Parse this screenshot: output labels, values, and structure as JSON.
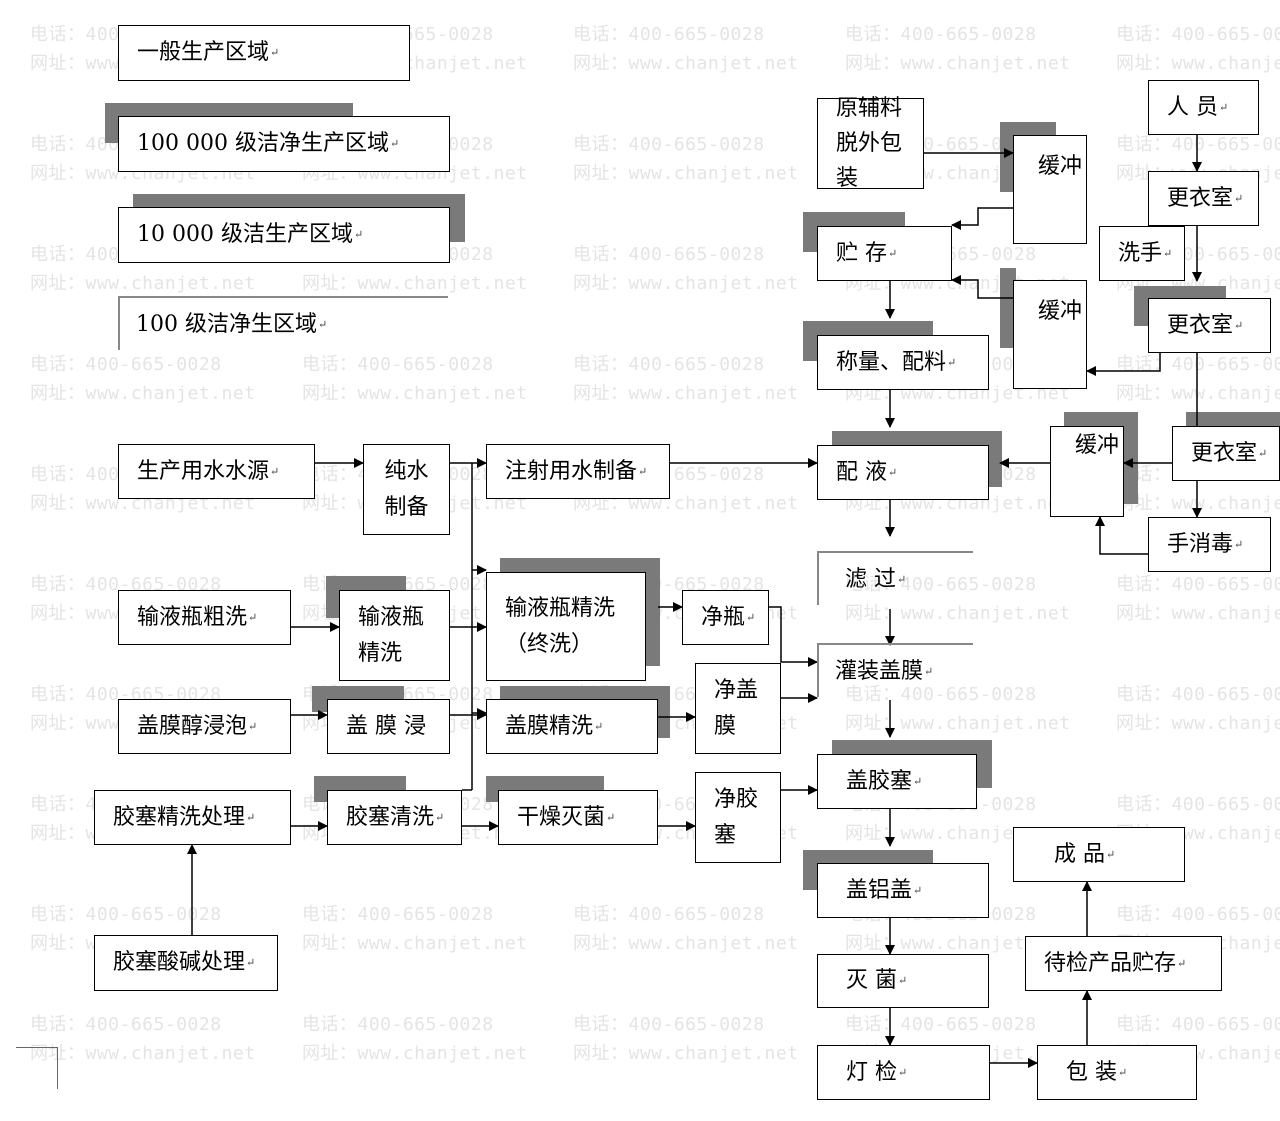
{
  "watermark": {
    "phone": "电话：400-665-0028",
    "site": "网址：www.chanjet.net"
  },
  "legend": {
    "general": "一般生产区域",
    "class100000": "100 000 级洁净生产区域",
    "class10000": "10 000 级洁生产区域",
    "class100": "100  级洁净生区域"
  },
  "water": {
    "source": "生产用水水源",
    "pure": "纯水制备",
    "injection": "注射用水制备"
  },
  "bottle": {
    "rough": "输液瓶粗洗",
    "fine": "输液瓶精洗",
    "final": "输液瓶精洗（终洗）",
    "clean": "净瓶"
  },
  "film": {
    "soak": "盖膜醇浸泡",
    "soak2": "盖 膜 浸",
    "fine": "盖膜精洗",
    "clean": "净盖膜"
  },
  "stopper": {
    "acid": "胶塞酸碱处理",
    "fine": "胶塞精洗处理",
    "wash": "胶塞清洗",
    "dry": "干燥灭菌",
    "clean": "净胶塞"
  },
  "material": {
    "unpack": "原辅料脱外包装",
    "buffer": "缓冲",
    "storage": "贮    存",
    "buffer2": "缓冲",
    "weigh": "称量、配料"
  },
  "personnel": {
    "staff": "人    员",
    "change1": "更衣室",
    "wash": "洗手",
    "change2": "更衣室",
    "change3": "更衣室",
    "disinfect": "手消毒",
    "buffer": "缓冲"
  },
  "process": {
    "prepare": "配        液",
    "filter": "滤    过",
    "fill": "灌装盖膜",
    "stopper": "盖胶塞",
    "cap": "盖铝盖",
    "sterilize": "灭        菌",
    "inspect": "灯        检",
    "pack": "包        装",
    "hold": "待检产品贮存",
    "product": "成    品"
  },
  "icons": {
    "paragraph_mark": "↵",
    "return_mark": "↵"
  }
}
